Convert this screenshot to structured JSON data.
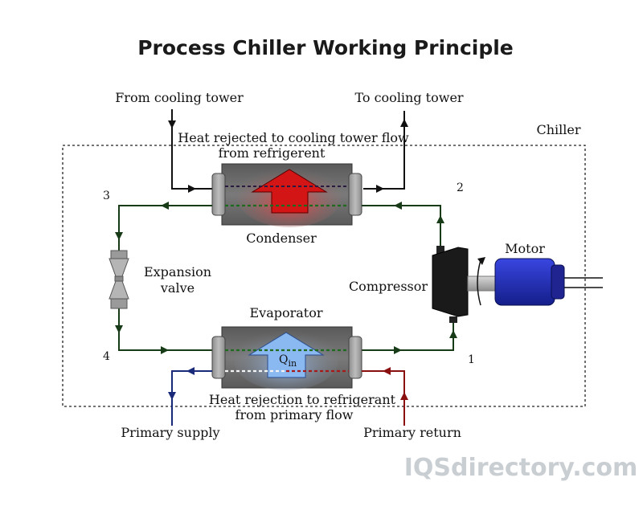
{
  "title": "Process Chiller Working Principle",
  "labels": {
    "from_cooling_tower": "From cooling tower",
    "to_cooling_tower": "To cooling tower",
    "chiller": "Chiller",
    "heat_rejected_line1": "Heat rejected to cooling tower flow",
    "heat_rejected_line2": "from refrigerent",
    "condenser": "Condenser",
    "expansion_valve_line1": "Expansion",
    "expansion_valve_line2": "valve",
    "compressor": "Compressor",
    "motor": "Motor",
    "evaporator": "Evaporator",
    "q_in_main": "Q",
    "q_in_sub": "in",
    "heat_rejection_line1": "Heat rejection to refrigerant",
    "heat_rejection_line2": "from primary flow",
    "primary_supply": "Primary supply",
    "primary_return": "Primary return"
  },
  "state_points": {
    "p1": "1",
    "p2": "2",
    "p3": "3",
    "p4": "4"
  },
  "watermark": "IQSdirectory.com",
  "colors": {
    "refrigerant_line": "#173a17",
    "cooling_tower_line": "#111111",
    "supply_line": "#1a2a7a",
    "return_line": "#8a1010",
    "condenser_arrow": "#d41515",
    "evaporator_arrow": "#8ab8f0",
    "motor": "#1f2bbd",
    "heat_exchanger_body": "#6f6f6f"
  },
  "icons": {
    "condenser_arrow": "heat-out-arrow-icon",
    "evaporator_arrow": "heat-in-arrow-icon",
    "motor_rotation": "rotation-arrow-icon"
  }
}
